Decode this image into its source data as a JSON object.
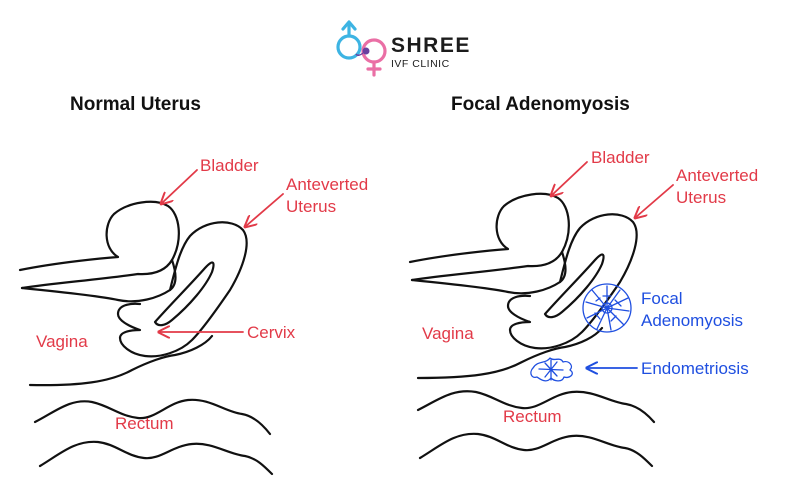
{
  "logo": {
    "name": "SHREE",
    "subtitle": "IVF CLINIC",
    "male_color": "#3db4e3",
    "female_color": "#ea6fa5"
  },
  "left_panel": {
    "title": "Normal Uterus",
    "labels": {
      "bladder": "Bladder",
      "uterus_line1": "Anteverted",
      "uterus_line2": "Uterus",
      "cervix": "Cervix",
      "vagina": "Vagina",
      "rectum": "Rectum"
    }
  },
  "right_panel": {
    "title": "Focal Adenomyosis",
    "labels": {
      "bladder": "Bladder",
      "uterus_line1": "Anteverted",
      "uterus_line2": "Uterus",
      "focal_line1": "Focal",
      "focal_line2": "Adenomyosis",
      "endometriosis": "Endometriosis",
      "vagina": "Vagina",
      "rectum": "Rectum"
    }
  },
  "colors": {
    "label_red": "#e23a48",
    "label_blue": "#1f4fe0",
    "outline": "#111111"
  }
}
